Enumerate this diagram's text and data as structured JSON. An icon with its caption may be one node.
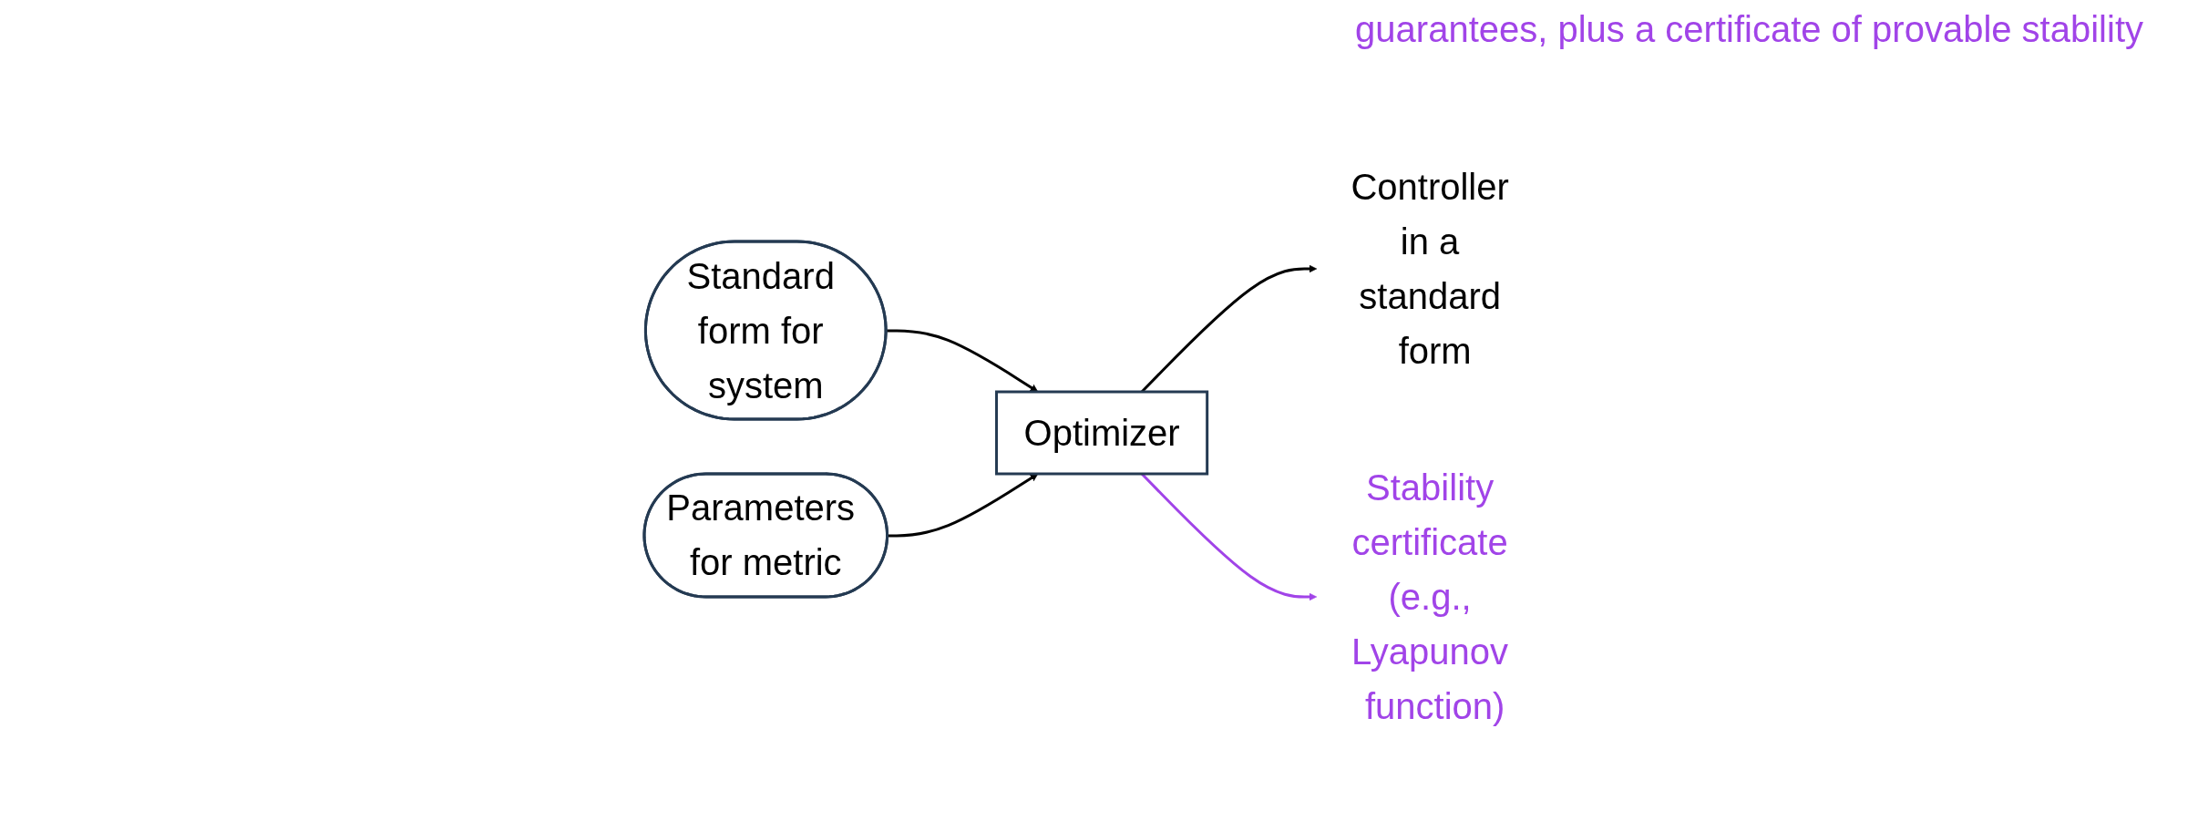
{
  "diagram": {
    "nodes": [
      {
        "text": [
          "Standard form for system"
        ]
      },
      {
        "text": [
          "Parameters for metric"
        ]
      },
      {
        "text": [
          "Optimizer"
        ]
      },
      {
        "text": [
          "Controller in a standard form"
        ]
      },
      {
        "text": [
          "Stability certificate (e.g., Lyapunov function)"
        ]
      }
    ],
    "edges": [
      {
        "from": 0,
        "to": 2,
        "arrow": "to"
      },
      {
        "from": 1,
        "to": 2,
        "arrow": "to"
      },
      {
        "from": 2,
        "to": 3,
        "arrow": "to"
      },
      {
        "from": 2,
        "to": 4,
        "arrow": "to",
        "color": "#a144e8"
      }
    ],
    "labels": [
      "guarantees, plus a certificate of provable stability"
    ]
  }
}
